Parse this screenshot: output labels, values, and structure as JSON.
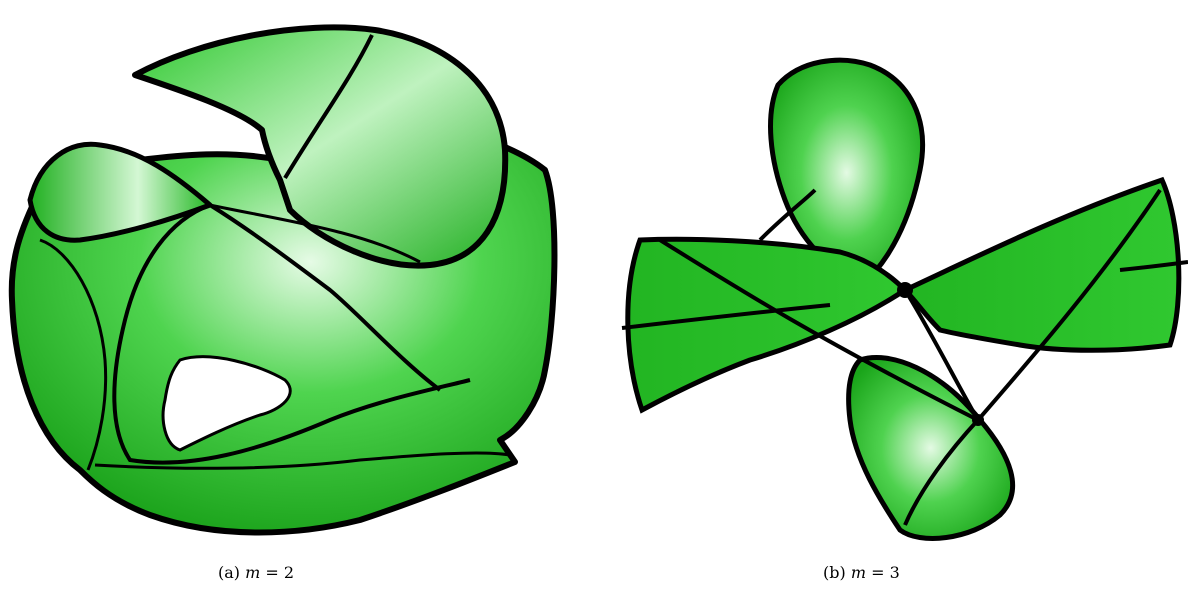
{
  "figure": {
    "panels": [
      {
        "label": "(a)",
        "variable": "m",
        "relation": " = ",
        "value": "2"
      },
      {
        "label": "(b)",
        "variable": "m",
        "relation": " = ",
        "value": "3"
      }
    ],
    "colors": {
      "surface_base": "#2ecc2e",
      "surface_dark": "#1fa81f",
      "surface_light": "#c8f5c8",
      "edge": "#000000"
    }
  }
}
